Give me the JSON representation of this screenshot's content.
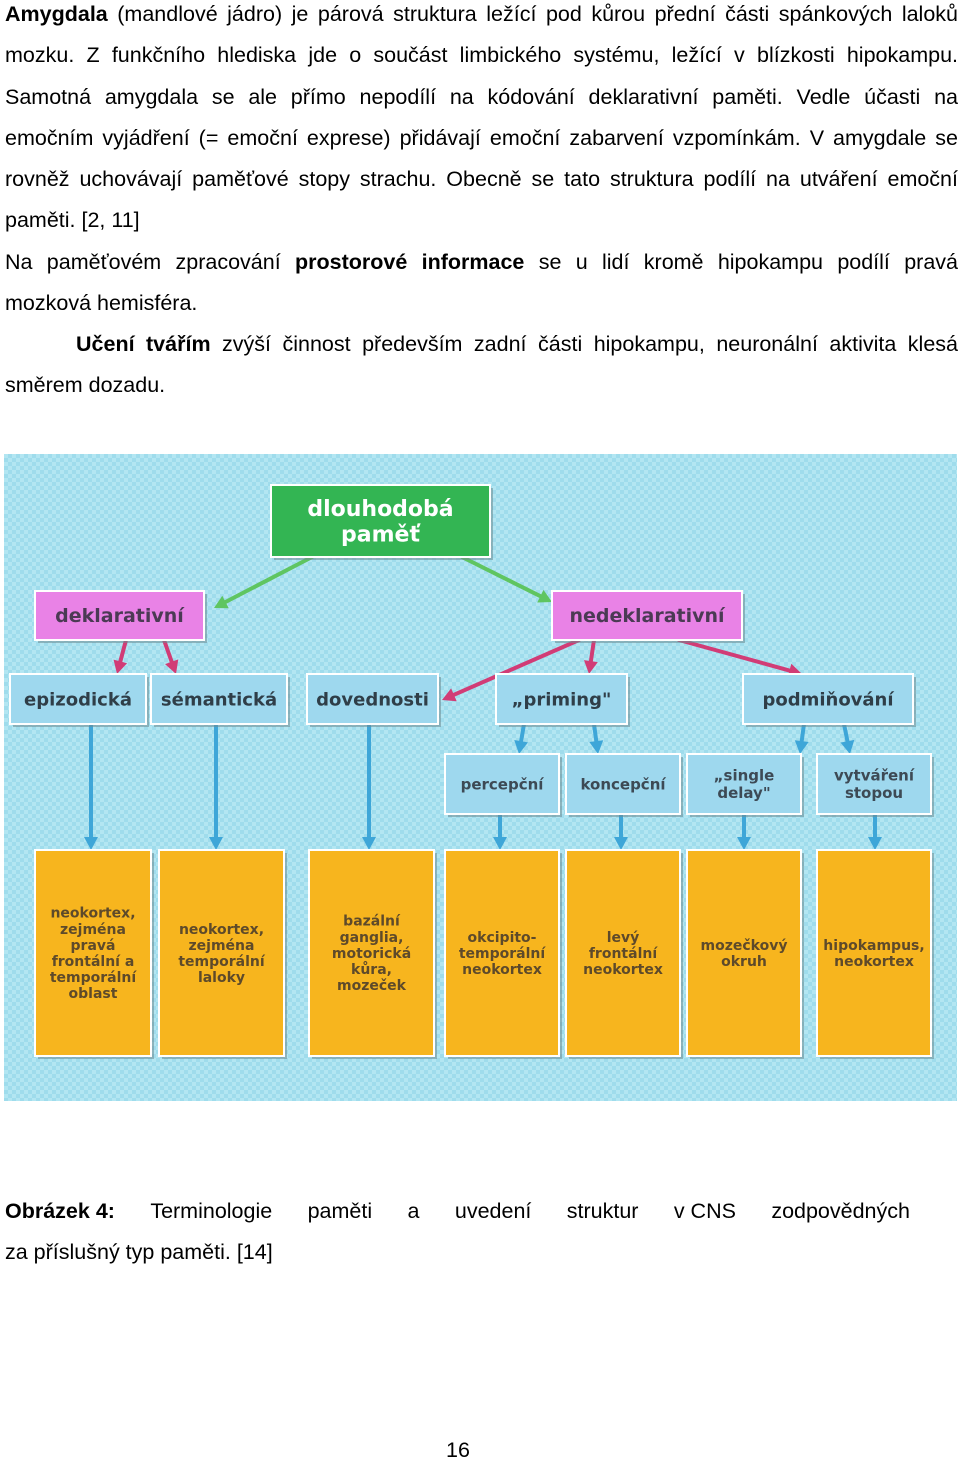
{
  "paragraphs": {
    "p1_bold": "Amygdala",
    "p1_text": " (mandlové jádro) je párová struktura ležící pod kůrou přední části spánkových laloků mozku. Z funkčního hlediska jde o součást limbického systému, ležící v blízkosti hipokampu. Samotná amygdala se ale přímo nepodílí na kódování deklarativní paměti. Vedle účasti na emočním vyjádření (= emoční exprese) přidávají emoční zabarvení vzpomínkám. V amygdale se rovněž uchovávají paměťové stopy strachu. Obecně se tato struktura podílí na utváření emoční paměti. [2, 11]",
    "p2_text_a": "Na paměťovém zpracování ",
    "p2_bold": "prostorové informace",
    "p2_text_b": " se u lidí kromě hipokampu podílí pravá mozková hemisféra.",
    "p3_bold": "Učení tvářím",
    "p3_text": " zvýší činnost především zadní části hipokampu, neuronální aktivita klesá směrem dozadu."
  },
  "diagram": {
    "root": [
      "dlouhodobá",
      "paměť"
    ],
    "level1": [
      {
        "id": "dekl",
        "lines": [
          "deklarativní"
        ]
      },
      {
        "id": "nedekl",
        "lines": [
          "nedeklarativní"
        ]
      }
    ],
    "level2": [
      {
        "id": "epiz",
        "lines": [
          "epizodická"
        ]
      },
      {
        "id": "sem",
        "lines": [
          "sémantická"
        ]
      },
      {
        "id": "dov",
        "lines": [
          "dovednosti"
        ]
      },
      {
        "id": "prim",
        "lines": [
          "„priming\""
        ]
      },
      {
        "id": "podm",
        "lines": [
          "podmiňování"
        ]
      }
    ],
    "level3": [
      {
        "id": "perc",
        "lines": [
          "percepční"
        ]
      },
      {
        "id": "konc",
        "lines": [
          "koncepční"
        ]
      },
      {
        "id": "single",
        "lines": [
          "„single",
          "delay\""
        ]
      },
      {
        "id": "vytv",
        "lines": [
          "vytváření",
          "stopou"
        ]
      }
    ],
    "structures": [
      {
        "id": "s1",
        "lines": [
          "neokortex,",
          "zejména",
          "pravá",
          "frontální a",
          "temporální",
          "oblast"
        ]
      },
      {
        "id": "s2",
        "lines": [
          "neokortex,",
          "zejména",
          "temporální",
          "laloky"
        ]
      },
      {
        "id": "s3",
        "lines": [
          "bazální",
          "ganglia,",
          "motorická",
          "kůra,",
          "mozeček"
        ]
      },
      {
        "id": "s4",
        "lines": [
          "okcipito-",
          "temporální",
          "neokortex"
        ]
      },
      {
        "id": "s5",
        "lines": [
          "levý",
          "frontální",
          "neokortex"
        ]
      },
      {
        "id": "s6",
        "lines": [
          "mozečkový",
          "okruh"
        ]
      },
      {
        "id": "s7",
        "lines": [
          "hipokampus,",
          "neokortex"
        ]
      }
    ],
    "colors": {
      "background": "#9fdcec",
      "root_fill": "#33b553",
      "level1_fill": "#e982e6",
      "level2_fill": "#9ed8ee",
      "structure_fill": "#f7b51e",
      "arrow_green": "#5fc561",
      "arrow_magenta": "#d13c76",
      "arrow_blue": "#3ea6d8"
    }
  },
  "caption": {
    "label": "Obrázek 4:",
    "line1_words": [
      "Terminologie",
      "paměti",
      "a",
      "uvedení",
      "struktur",
      "v CNS",
      "zodpovědných"
    ],
    "line2": "za příslušný typ paměti. [14]"
  },
  "page_number": "16"
}
